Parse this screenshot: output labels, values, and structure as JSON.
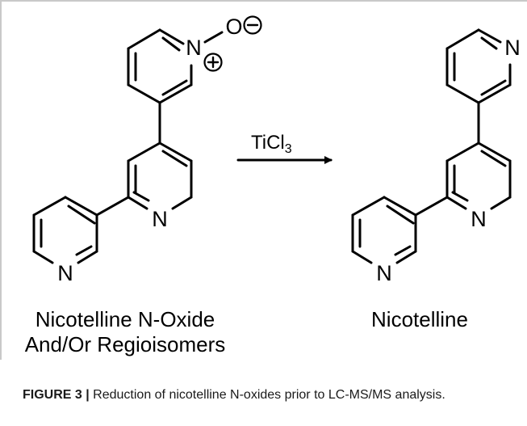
{
  "reagent": {
    "name": "TiCl",
    "subscript": "3"
  },
  "reactant": {
    "name_line_1": "Nicotelline N-Oxide",
    "name_line_2": "And/Or Regioisomers",
    "atoms": {
      "n_top": "N",
      "oxygen": "O",
      "n_middle": "N",
      "n_bottom": "N"
    },
    "charges": [
      "negative",
      "positive"
    ]
  },
  "product": {
    "name": "Nicotelline",
    "atoms": {
      "n_top": "N",
      "n_middle": "N",
      "n_bottom": "N"
    }
  },
  "caption": {
    "label": "FIGURE 3 |",
    "text": " Reduction of nicotelline N-oxides prior to LC-MS/MS analysis."
  }
}
